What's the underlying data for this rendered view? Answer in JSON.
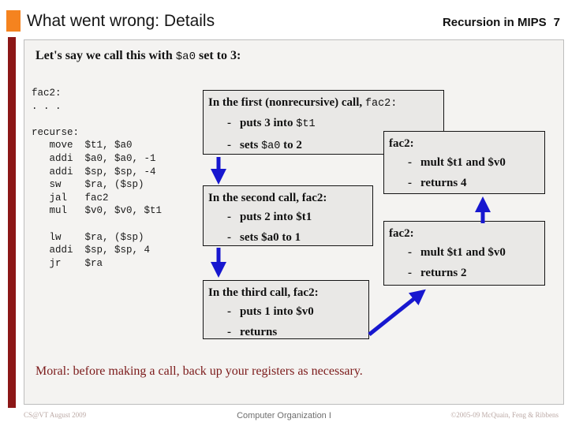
{
  "header": {
    "title": "What went wrong: Details",
    "section": "Recursion in MIPS",
    "page": "7"
  },
  "intro": {
    "pre": "Let's say we call this with ",
    "mono": "$a0",
    "post": " set to 3:"
  },
  "code": {
    "lines": [
      "fac2:",
      ". . .",
      "",
      "recurse:",
      "   move  $t1, $a0",
      "   addi  $a0, $a0, -1",
      "   addi  $sp, $sp, -4",
      "   sw    $ra, ($sp)",
      "   jal   fac2",
      "   mul   $v0, $v0, $t1",
      "",
      "   lw    $ra, ($sp)",
      "   addi  $sp, $sp, 4",
      "   jr    $ra"
    ]
  },
  "ui": {
    "bullet_dash": "-"
  },
  "boxes": {
    "first": {
      "title_pre": "In the first (nonrecursive) call, ",
      "title_mono": "fac2:",
      "bullets": [
        {
          "pre": "puts 3 into ",
          "mono": "$t1",
          "post": ""
        },
        {
          "pre": "sets ",
          "mono": "$a0",
          "post": " to 2"
        }
      ]
    },
    "second": {
      "title": "In the second call, fac2:",
      "bullets": [
        "puts 2 into $t1",
        "sets $a0 to 1"
      ]
    },
    "third": {
      "title": "In the third call, fac2:",
      "bullets": [
        "puts 1 into $v0",
        "returns"
      ]
    },
    "return_outer": {
      "title": "fac2:",
      "bullets": [
        "mult $t1 and $v0",
        "returns 4"
      ]
    },
    "return_inner": {
      "title": "fac2:",
      "bullets": [
        "mult $t1 and $v0",
        "returns 2"
      ]
    }
  },
  "moral": "Moral:  before making a call, back up your registers as necessary.",
  "footer": {
    "left": "CS@VT August 2009",
    "center": "Computer Organization I",
    "right": "©2005-09 McQuain, Feng & Ribbens"
  },
  "colors": {
    "accent_orange": "#f5831f",
    "accent_maroon": "#8c1717",
    "arrow_blue": "#1717cf",
    "panel_bg": "#f4f3f1",
    "box_bg": "#e9e8e6",
    "moral_text": "#7b1a1a"
  }
}
